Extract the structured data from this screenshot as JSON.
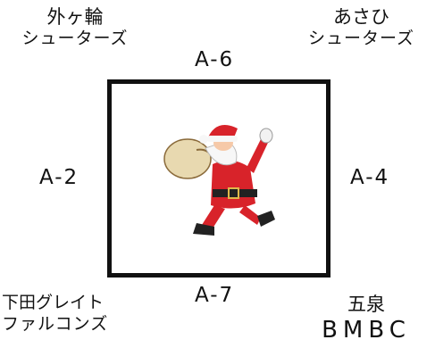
{
  "teams": {
    "top_left": {
      "line1": "外ヶ輪",
      "line2": "シューターズ"
    },
    "top_right": {
      "line1": "あさひ",
      "line2": "シューターズ"
    },
    "bottom_left": {
      "line1": "下田グレイト",
      "line2": "ファルコンズ"
    },
    "bottom_right": {
      "line1": "五泉",
      "line2": "BMBC"
    }
  },
  "courts": {
    "top": "A-6",
    "left": "A-2",
    "right": "A-4",
    "bottom": "A-7"
  },
  "illustration": {
    "icon": "santa-claus-icon"
  },
  "colors": {
    "frame": "#111111",
    "santa_red": "#d8232a",
    "sack": "#e8d9b0"
  }
}
